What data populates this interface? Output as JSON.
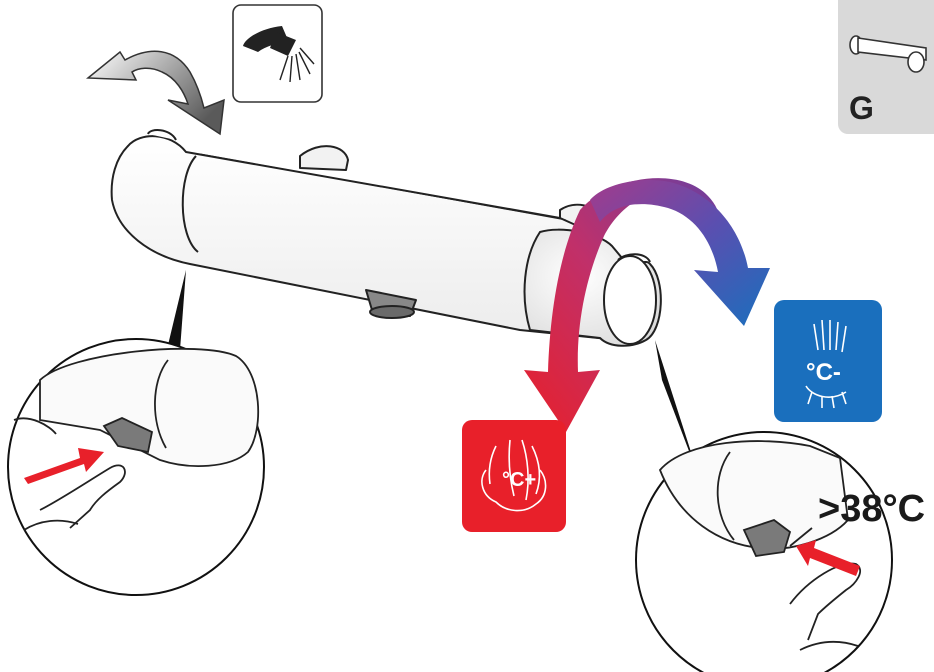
{
  "variant": {
    "label": "G"
  },
  "callouts": {
    "temperature_limit": ">38°C"
  },
  "icons": {
    "shower_outlet": "shower-head-icon",
    "temp_up": "temperature-increase-icon",
    "temp_down": "temperature-decrease-icon"
  },
  "icon_text": {
    "temp_up_glyph": "°C+",
    "temp_down_glyph": "°C-"
  },
  "colors": {
    "hot": "#e8202a",
    "cold": "#1a6fbd",
    "variant_badge": "#d9d9d9",
    "line": "#1a1a1a"
  }
}
